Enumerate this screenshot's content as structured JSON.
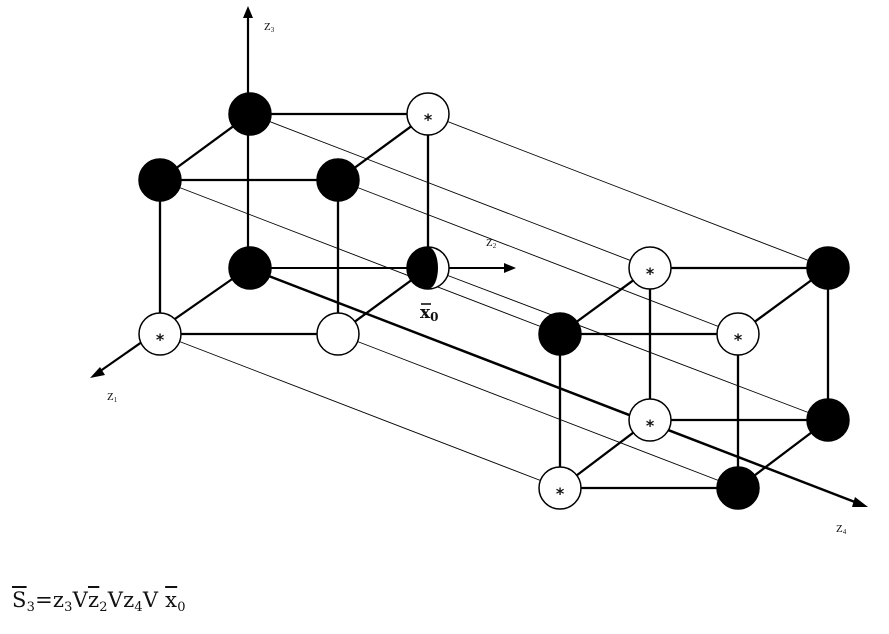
{
  "axes": {
    "z1": {
      "letter": "Z",
      "index": "1"
    },
    "z2": {
      "letter": "Z",
      "index": "2"
    },
    "z3": {
      "letter": "Z",
      "index": "3"
    },
    "z4": {
      "letter": "Z",
      "index": "4"
    }
  },
  "node_marker": "*",
  "x0_label": {
    "letter": "x",
    "index": "0"
  },
  "formula": {
    "lhs": {
      "letter": "S",
      "index": "3"
    },
    "equals": "=",
    "terms": [
      {
        "letter": "z",
        "index": "3",
        "negated": false
      },
      {
        "letter": "z",
        "index": "2",
        "negated": true
      },
      {
        "letter": "z",
        "index": "4",
        "negated": false
      },
      {
        "letter": "x",
        "index": "0",
        "negated": true
      }
    ],
    "operator": "V"
  },
  "colors": {
    "filled": "#000000",
    "empty": "#ffffff",
    "stroke": "#000000"
  }
}
